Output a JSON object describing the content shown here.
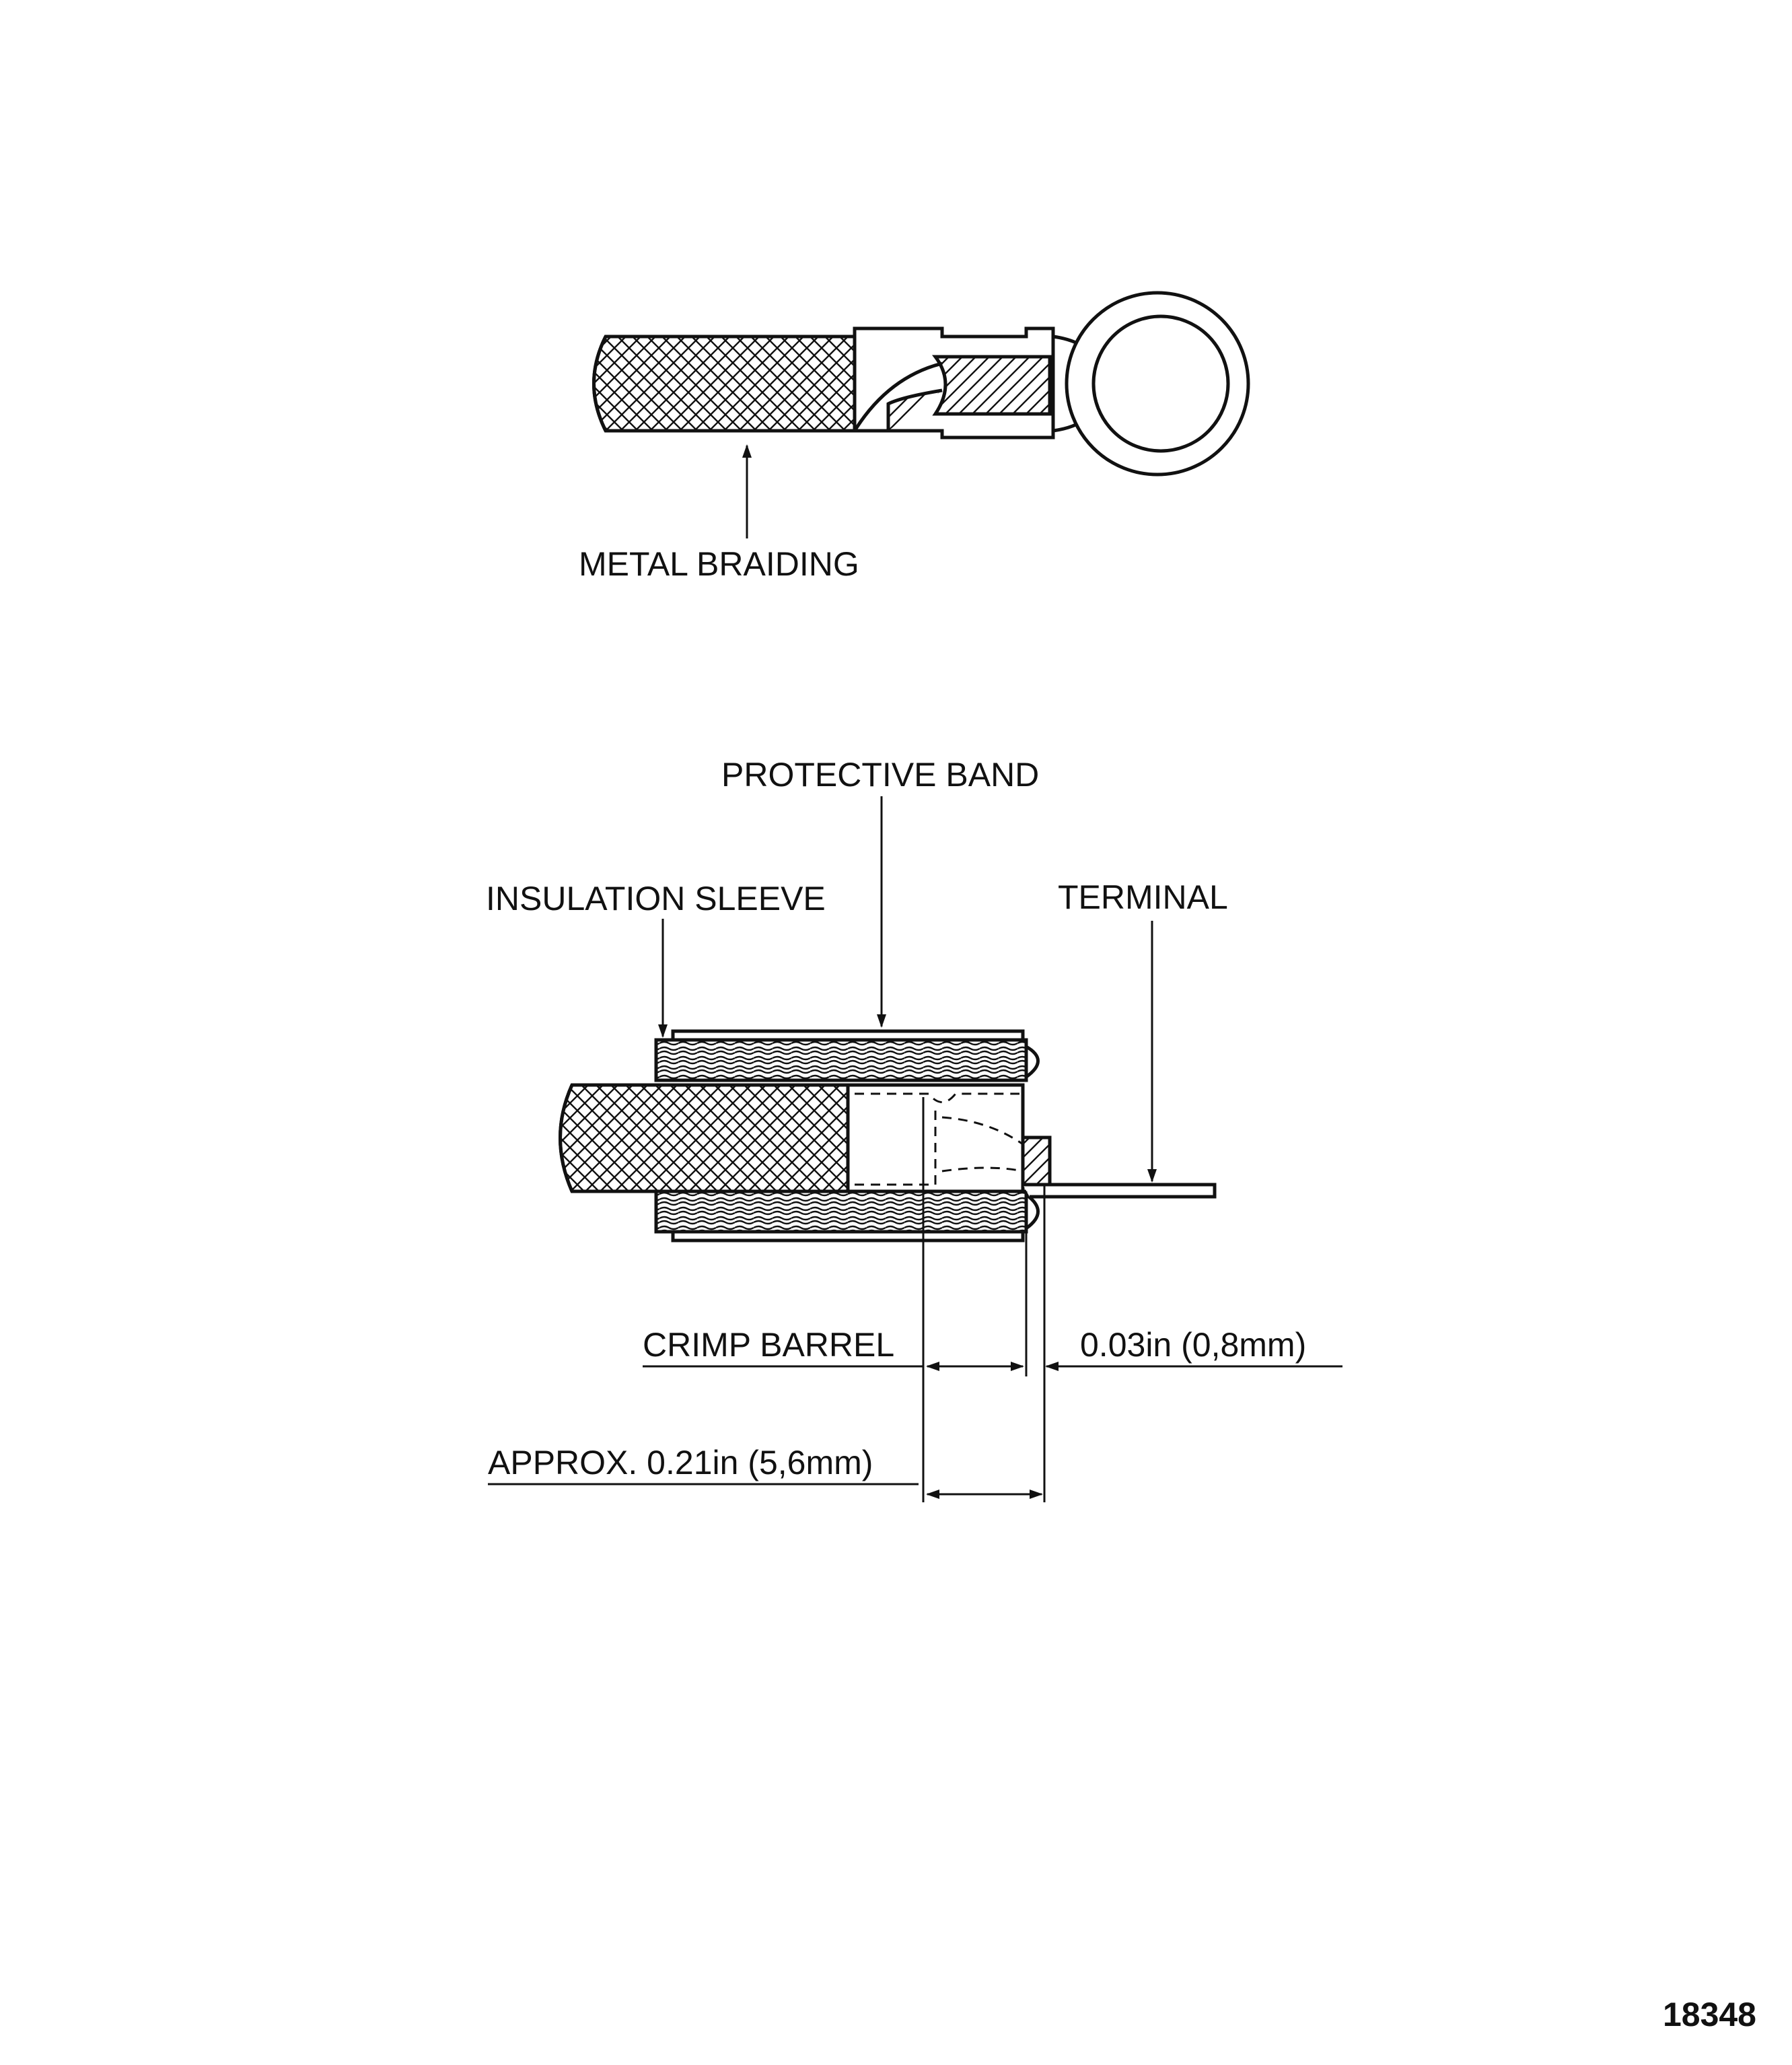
{
  "figure_number": "18348",
  "top_view": {
    "label_metal_braiding": "METAL BRAIDING"
  },
  "bottom_view": {
    "label_protective_band": "PROTECTIVE BAND",
    "label_insulation_sleeve": "INSULATION SLEEVE",
    "label_terminal": "TERMINAL",
    "label_crimp_barrel": "CRIMP BARREL",
    "dim_gap": "0.03in (0,8mm)",
    "dim_overall": "APPROX. 0.21in (5,6mm)"
  },
  "colors": {
    "ink": "#111111",
    "paper": "#ffffff"
  }
}
